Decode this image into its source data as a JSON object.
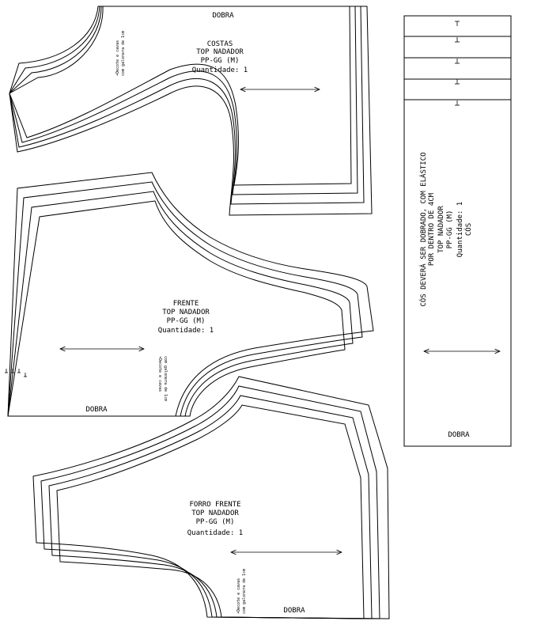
{
  "pieces": {
    "costas": {
      "fold": "DOBRA",
      "lines": [
        "COSTAS",
        "TOP NADADOR",
        "PP-GG (M)",
        "Quantidade: 1"
      ],
      "note": [
        "•Decote e cavas",
        "com galonera de 1cm"
      ]
    },
    "frente": {
      "fold": "DOBRA",
      "lines": [
        "FRENTE",
        "TOP NADADOR",
        "PP-GG (M)",
        "Quantidade: 1"
      ],
      "note": [
        "•Decote e cavas",
        "com galonera de 1cm"
      ]
    },
    "forro_frente": {
      "fold": "DOBRA",
      "lines": [
        "FORRO FRENTE",
        "TOP NADADOR",
        "PP-GG (M)",
        "Quantidade: 1"
      ],
      "note": [
        "•Decote e cavas",
        "com galonera de 1cm"
      ]
    },
    "cos": {
      "fold": "DOBRA",
      "lines": [
        "CÓS DEVERÁ SER DOBRADO, COM ELÁSTICO",
        "POR DENTRO DE 4CM",
        "TOP NADADOR",
        "PP-GG (M)",
        "Quantidade: 1",
        "CÓS"
      ]
    }
  }
}
